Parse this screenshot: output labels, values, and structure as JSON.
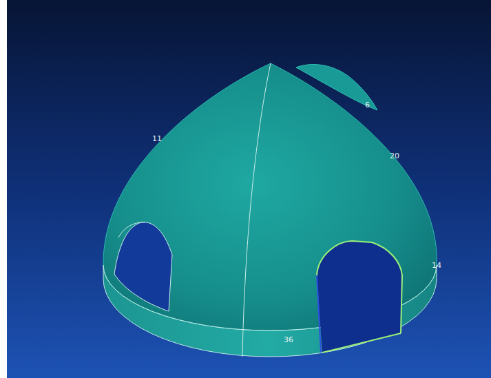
{
  "diagram": {
    "labels": [
      "11",
      "6",
      "20",
      "14",
      "36"
    ]
  }
}
